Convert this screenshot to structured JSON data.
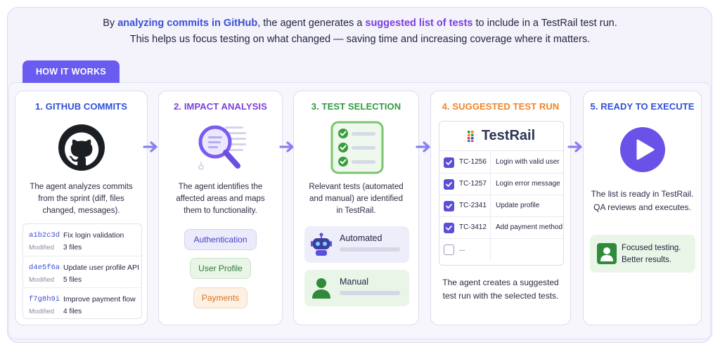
{
  "intro": {
    "line1_pre": "By ",
    "line1_hl1": "analyzing commits in GitHub",
    "line1_mid": ",  the agent generates a ",
    "line1_hl2": "suggested list of tests",
    "line1_post": " to include in a TestRail test run.",
    "line2": "This helps us focus testing on what changed — saving time and increasing coverage where it matters."
  },
  "tab_label": "HOW IT WORKS",
  "colors": {
    "step1": "#2f4fd9",
    "step2": "#7a3fe0",
    "step3": "#2f9a3e",
    "step4": "#f0842a",
    "step5": "#2f4fd9",
    "arrow": "#8b7ff0"
  },
  "steps": [
    {
      "title": "1. GITHUB COMMITS",
      "icon": "github-icon",
      "desc": [
        "The agent analyzes commits",
        "from the sprint (diff, files",
        "changed, messages)."
      ],
      "commits": [
        {
          "hash": "a1b2c3d",
          "message": "Fix login validation",
          "modified_label": "Modified",
          "files": "3 files"
        },
        {
          "hash": "d4e5f6a",
          "message": "Update user profile API",
          "modified_label": "Modified",
          "files": "5 files"
        },
        {
          "hash": "f7g8h9i",
          "message": "Improve payment flow",
          "modified_label": "Modified",
          "files": "4 files"
        }
      ]
    },
    {
      "title": "2. IMPACT ANALYSIS",
      "icon": "magnifier-document-icon",
      "desc": [
        "The agent identifies the",
        "affected areas and maps",
        "them to functionality."
      ],
      "areas": [
        "Authentication",
        "User Profile",
        "Payments"
      ]
    },
    {
      "title": "3. TEST SELECTION",
      "icon": "checklist-icon",
      "desc": [
        "Relevant tests (automated",
        "and manual) are identified",
        "in TestRail."
      ],
      "tests": [
        {
          "label": "Automated",
          "icon": "robot-icon"
        },
        {
          "label": "Manual",
          "icon": "person-icon"
        }
      ]
    },
    {
      "title": "4. SUGGESTED TEST RUN",
      "logo": "TestRail",
      "rows": [
        {
          "id": "TC-1256",
          "name": "Login with valid user",
          "checked": true
        },
        {
          "id": "TC-1257",
          "name": "Login error message",
          "checked": true
        },
        {
          "id": "TC-2341",
          "name": "Update profile",
          "checked": true
        },
        {
          "id": "TC-3412",
          "name": "Add payment method",
          "checked": true
        },
        {
          "id": "...",
          "name": "",
          "checked": false
        }
      ],
      "desc": [
        "The agent creates a suggested",
        "test run with the selected tests."
      ]
    },
    {
      "title": "5. READY TO EXECUTE",
      "icon": "play-icon",
      "desc": [
        "The list is ready in TestRail.",
        "QA reviews and executes."
      ],
      "note": [
        "Focused testing.",
        "Better results."
      ]
    }
  ]
}
